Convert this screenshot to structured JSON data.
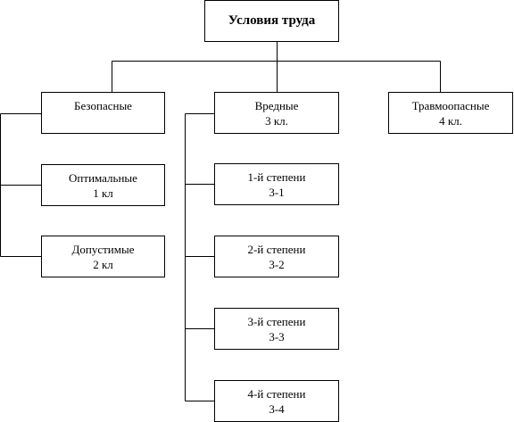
{
  "root": {
    "title": "Условия труда"
  },
  "safe": {
    "title": "Безопасные",
    "children": [
      {
        "line1": "Оптимальные",
        "line2": "1 кл"
      },
      {
        "line1": "Допустимые",
        "line2": "2 кл"
      }
    ]
  },
  "harmful": {
    "title": "Вредные",
    "subtitle": "3 кл.",
    "children": [
      {
        "line1": "1-й степени",
        "line2": "3-1"
      },
      {
        "line1": "2-й степени",
        "line2": "3-2"
      },
      {
        "line1": "3-й степени",
        "line2": "3-3"
      },
      {
        "line1": "4-й степени",
        "line2": "3-4"
      }
    ]
  },
  "traumatic": {
    "title": "Травмоопасные",
    "subtitle": "4 кл."
  }
}
